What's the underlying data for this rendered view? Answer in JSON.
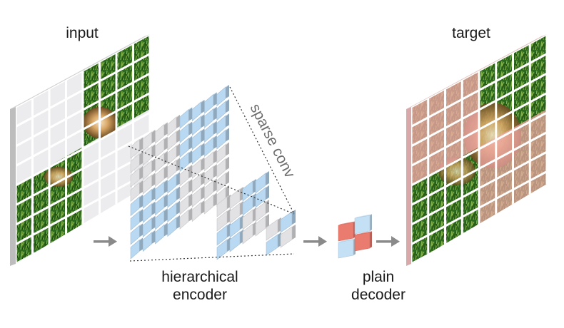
{
  "labels": {
    "input": "input",
    "target": "target",
    "sparse_conv": "sparse conv",
    "encoder_line1": "hierarchical",
    "encoder_line2": "encoder",
    "decoder_line1": "plain",
    "decoder_line2": "decoder"
  },
  "colors": {
    "grass_dark": "#1f4d14",
    "grass_mid": "#3f7d2a",
    "grass_light": "#7fb04a",
    "masked_patch": "#e9e9eb",
    "encoder_gray": "#e2e2e4",
    "encoder_blue": "#b9d8f1",
    "decoder_red": "#ea7b6f",
    "decoder_blue": "#c4e0f5",
    "target_overlay": "#f2a8a8",
    "arrow": "#8a8a8a"
  },
  "icons": [
    "right-arrow-icon"
  ]
}
